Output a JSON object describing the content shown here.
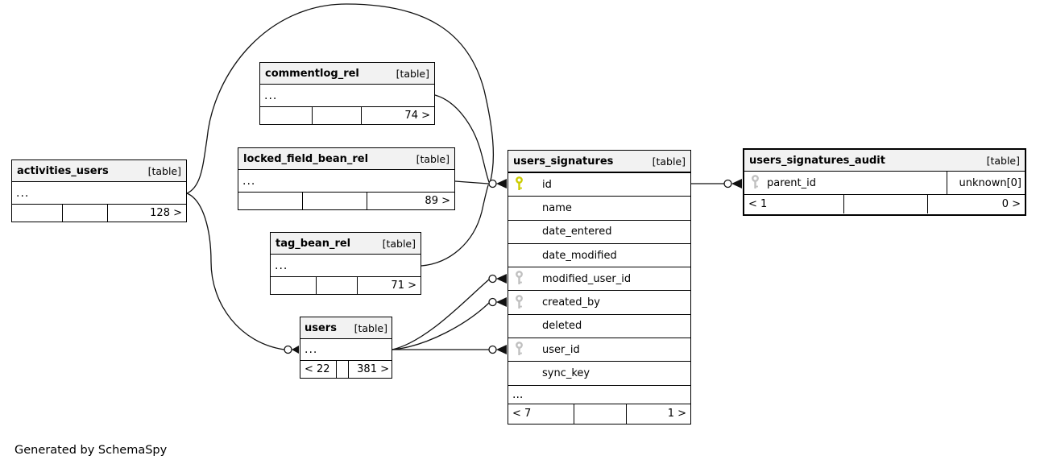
{
  "credit": "Generated by SchemaSpy",
  "type_label": "[table]",
  "colors": {
    "pk_key": "#cccc00",
    "fk_key": "#c0c0c0",
    "header_bg": "#f2f2f2",
    "border": "#000000",
    "edge": "#111111"
  },
  "tables": {
    "activities_users": {
      "name": "activities_users",
      "type": "[table]",
      "more": "...",
      "footer": {
        "left": "",
        "mid": "",
        "right": "128 >"
      }
    },
    "commentlog_rel": {
      "name": "commentlog_rel",
      "type": "[table]",
      "more": "...",
      "footer": {
        "left": "",
        "mid": "",
        "right": "74 >"
      }
    },
    "locked_field_bean_rel": {
      "name": "locked_field_bean_rel",
      "type": "[table]",
      "more": "...",
      "footer": {
        "left": "",
        "mid": "",
        "right": "89 >"
      }
    },
    "tag_bean_rel": {
      "name": "tag_bean_rel",
      "type": "[table]",
      "more": "...",
      "footer": {
        "left": "",
        "mid": "",
        "right": "71 >"
      }
    },
    "users": {
      "name": "users",
      "type": "[table]",
      "more": "...",
      "footer": {
        "left": "< 22",
        "mid": "",
        "right": "381 >"
      }
    },
    "users_signatures": {
      "name": "users_signatures",
      "type": "[table]",
      "more": "...",
      "columns": [
        {
          "name": "id",
          "key": "pk"
        },
        {
          "name": "name",
          "key": "none"
        },
        {
          "name": "date_entered",
          "key": "none"
        },
        {
          "name": "date_modified",
          "key": "none"
        },
        {
          "name": "modified_user_id",
          "key": "fk"
        },
        {
          "name": "created_by",
          "key": "fk"
        },
        {
          "name": "deleted",
          "key": "none"
        },
        {
          "name": "user_id",
          "key": "fk"
        },
        {
          "name": "sync_key",
          "key": "none"
        }
      ],
      "footer": {
        "left": "< 7",
        "mid": "",
        "right": "1 >"
      }
    },
    "users_signatures_audit": {
      "name": "users_signatures_audit",
      "type": "[table]",
      "columns": [
        {
          "name": "parent_id",
          "key": "fk",
          "extra": "unknown[0]"
        }
      ],
      "footer": {
        "left": "< 1",
        "mid": "",
        "right": "0 >"
      }
    }
  }
}
